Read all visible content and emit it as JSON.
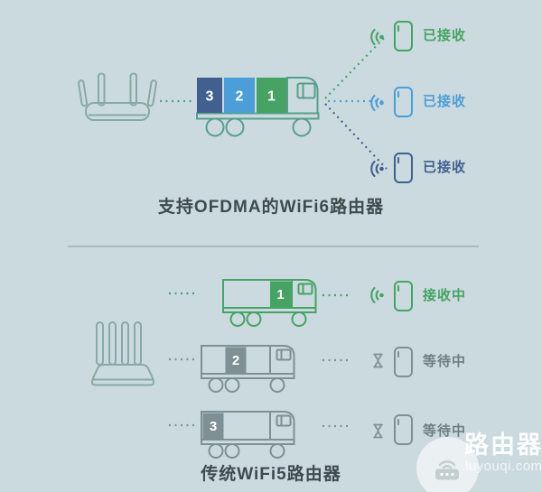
{
  "background": "#cbdade",
  "colors": {
    "teal": "#55a08a",
    "router_outline": "#87aaa3",
    "green": "#46a364",
    "light_blue": "#4b9ed8",
    "dark_blue": "#41608f",
    "gray": "#7e9095",
    "gray_text": "#6d7f85",
    "caption": "#3d4b4c",
    "divider": "#a8bcbe",
    "white": "#ffffff",
    "watermark_bg": "rgba(255,255,255,0.62)",
    "watermark_glyph": "#c4cecf",
    "watermark_brand": "rgba(255,255,255,0.92)",
    "watermark_domain": "rgba(255,255,255,0.72)"
  },
  "icons": {
    "receiving": "wifi-signal-icon",
    "waiting": "hourglass-icon",
    "watermark": "router-icon"
  },
  "top_section": {
    "caption": "支持OFDMA的WiFi6路由器",
    "truck_boxes": [
      {
        "number": "3"
      },
      {
        "number": "2"
      },
      {
        "number": "1"
      }
    ],
    "devices": [
      {
        "status": "已接收"
      },
      {
        "status": "已接收"
      },
      {
        "status": "已接收"
      }
    ]
  },
  "bottom_section": {
    "caption": "传统WiFi5路由器",
    "rows": [
      {
        "box_number": "1",
        "status": "接收中"
      },
      {
        "box_number": "2",
        "status": "等待中"
      },
      {
        "box_number": "3",
        "status": "等待中"
      }
    ]
  },
  "watermark": {
    "brand": "路由器",
    "domain": "luyouqi.com"
  }
}
